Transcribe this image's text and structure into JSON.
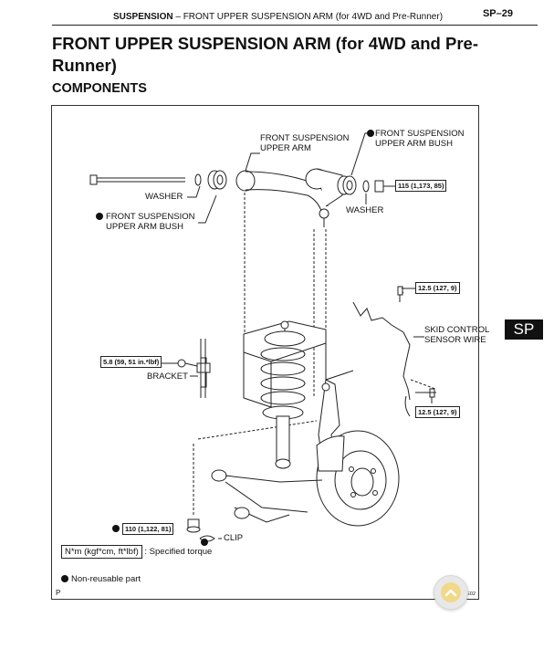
{
  "header": {
    "section": "SUSPENSION",
    "separator": "–",
    "topic": "FRONT UPPER SUSPENSION ARM (for 4WD and Pre-Runner)",
    "page_number": "SP–29"
  },
  "title": "FRONT UPPER SUSPENSION ARM (for 4WD and Pre-Runner)",
  "subtitle": "COMPONENTS",
  "figure": {
    "labels": {
      "front_upper_arm": "FRONT SUSPENSION\nUPPER ARM",
      "bush_right": "FRONT SUSPENSION\nUPPER ARM BUSH",
      "washer_left": "WASHER",
      "washer_right": "WASHER",
      "bush_left": "FRONT SUSPENSION\nUPPER ARM BUSH",
      "skid_sensor": "SKID CONTROL\nSENSOR WIRE",
      "bracket": "BRACKET",
      "clip": "CLIP"
    },
    "torques": {
      "upper_nut": "115 (1,173, 85)",
      "sensor_bolt_top": "12.5 (127, 9)",
      "sensor_bolt_bottom": "12.5 (127, 9)",
      "bracket_bolt": "5.8 (59, 51 in.*lbf)",
      "lower_nut": "110 (1,122, 81)"
    },
    "legend": {
      "units": "N*m (kgf*cm, ft*lbf)",
      "units_desc": ": Specified torque",
      "non_reusable": "Non-reusable part"
    },
    "footer_left": "P",
    "figure_id": "C114176E02"
  },
  "side_tab": "SP",
  "fab_icon": "chevron-up-icon",
  "colors": {
    "text": "#111111",
    "tab": "#111111",
    "fab_accent": "#f2d98a"
  }
}
